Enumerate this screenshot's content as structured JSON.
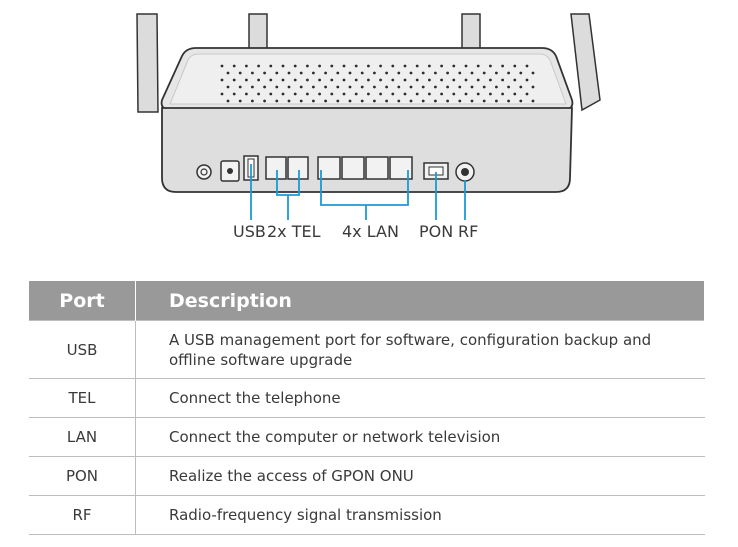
{
  "port_labels": {
    "usb": "USB",
    "tel": "2x TEL",
    "lan": "4x LAN",
    "pon": "PON",
    "rf": "RF"
  },
  "table": {
    "headers": {
      "port": "Port",
      "description": "Description"
    },
    "rows": [
      {
        "port": "USB",
        "description": "A USB management port for software, configuration backup and offline software upgrade"
      },
      {
        "port": "TEL",
        "description": "Connect the telephone"
      },
      {
        "port": "LAN",
        "description": "Connect the computer or network television"
      },
      {
        "port": "PON",
        "description": "Realize the access of GPON ONU"
      },
      {
        "port": "RF",
        "description": "Radio-frequency signal transmission"
      }
    ]
  },
  "colors": {
    "header_bg": "#999999",
    "device_body": "#e3e3e3",
    "outline": "#333333",
    "connector_lines": "#1a9ad6"
  }
}
